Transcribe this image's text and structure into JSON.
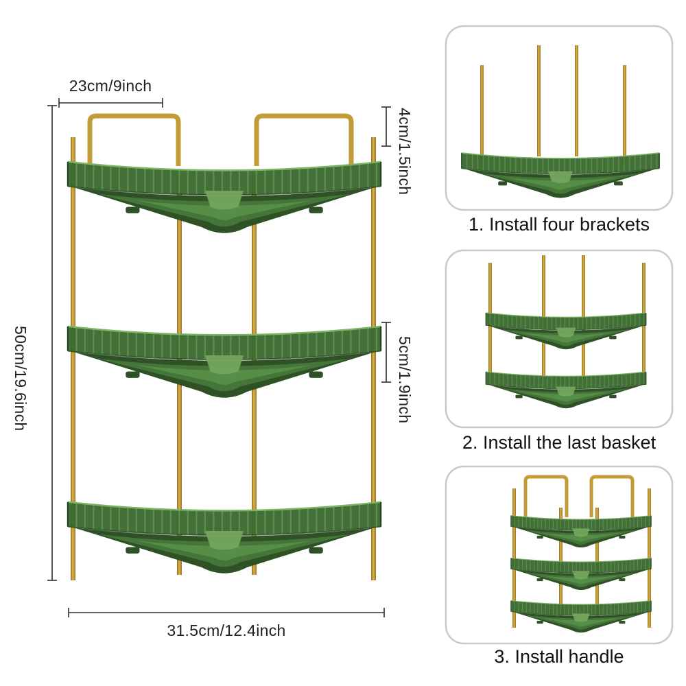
{
  "page": {
    "background": "#ffffff",
    "description": "Product dimension and assembly diagram for a 3-tier corner storage shelf"
  },
  "dimensions": {
    "top_width": "23cm/9inch",
    "handle_height": "4cm/1.5inch",
    "total_height": "50cm/19.6inch",
    "tier_height": "5cm/1.9inch",
    "base_width": "31.5cm/12.4inch"
  },
  "steps": [
    {
      "label": "1. Install four brackets"
    },
    {
      "label": "2. Install the last basket"
    },
    {
      "label": "3. Install handle"
    }
  ],
  "colors": {
    "tray_green": "#3c6b32",
    "tray_green_dark": "#2e5226",
    "tray_green_light": "#578e47",
    "pole_gold": "#c29c36",
    "dimension_line": "#2d2d2d",
    "panel_border": "#c9c9c9",
    "text": "#1f1f1f"
  }
}
